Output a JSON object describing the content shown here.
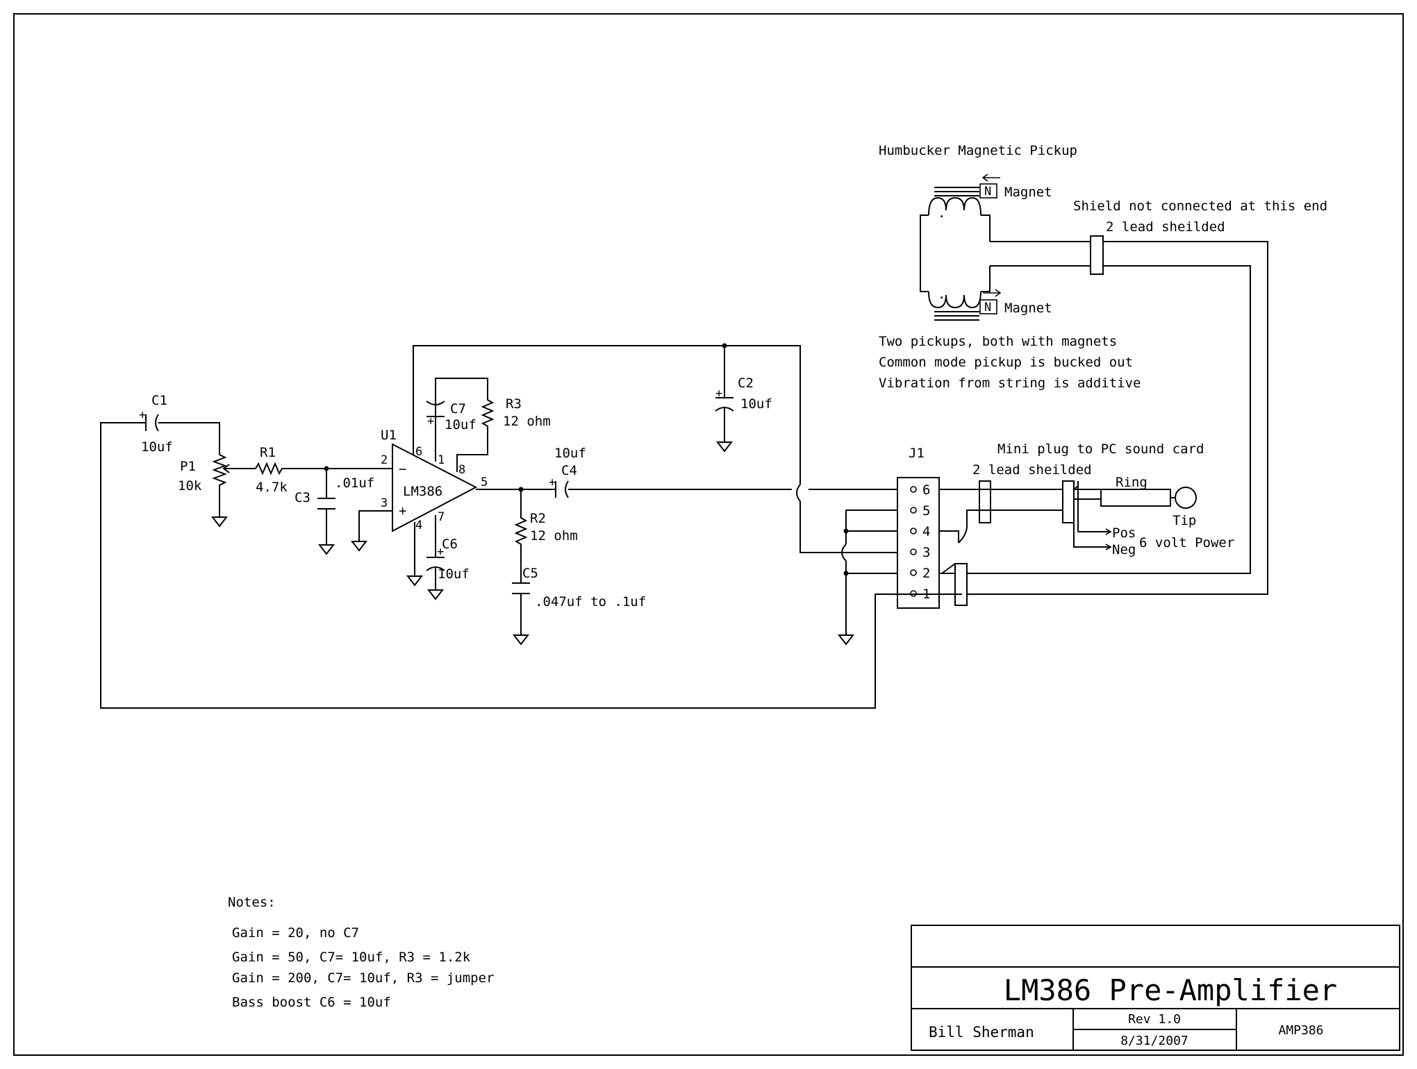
{
  "components": {
    "c1": {
      "ref": "C1",
      "value": "10uf"
    },
    "p1": {
      "ref": "P1",
      "value": "10k"
    },
    "r1": {
      "ref": "R1",
      "value": "4.7k"
    },
    "c3": {
      "ref": "C3",
      "value": ".01uf"
    },
    "u1": {
      "ref": "U1",
      "value": "LM386",
      "pins": [
        "2",
        "3",
        "6",
        "1",
        "8",
        "5",
        "4",
        "7"
      ],
      "minus": "−",
      "plus": "+"
    },
    "c7": {
      "ref": "C7",
      "value": "10uf"
    },
    "r3": {
      "ref": "R3",
      "value": "12 ohm"
    },
    "c6": {
      "ref": "C6",
      "value": "10uf"
    },
    "c4": {
      "ref": "C4",
      "value": "10uf"
    },
    "r2": {
      "ref": "R2",
      "value": "12 ohm"
    },
    "c5": {
      "ref": "C5",
      "value": ".047uf to .1uf"
    },
    "c2": {
      "ref": "C2",
      "value": "10uf"
    },
    "j1": {
      "ref": "J1",
      "pins": [
        "6",
        "5",
        "4",
        "3",
        "2",
        "1"
      ]
    }
  },
  "pickup": {
    "title": "Humbucker Magnetic Pickup",
    "magnet_top": "Magnet",
    "magnet_bottom": "Magnet",
    "n_top": "N",
    "n_bottom": "N",
    "shield_note": "Shield not connected at this end",
    "lead_note": "2 lead sheilded",
    "desc": [
      "Two pickups, both with magnets",
      "Common mode pickup is bucked out",
      "Vibration from string is additive"
    ]
  },
  "plug": {
    "title": "Mini plug to PC sound card",
    "lead_note": "2 lead sheilded",
    "ring": "Ring",
    "tip": "Tip",
    "pos": "Pos",
    "neg": "Neg",
    "power": "6 volt Power"
  },
  "notes": {
    "heading": "Notes:",
    "lines": [
      "Gain = 20, no C7",
      "Gain = 50, C7= 10uf, R3 = 1.2k",
      "Gain = 200, C7= 10uf, R3 = jumper",
      "Bass boost C6 = 10uf"
    ]
  },
  "title_block": {
    "title": "LM386 Pre-Amplifier",
    "author": "Bill Sherman",
    "rev": "Rev 1.0",
    "date": "8/31/2007",
    "doc": "AMP386"
  }
}
